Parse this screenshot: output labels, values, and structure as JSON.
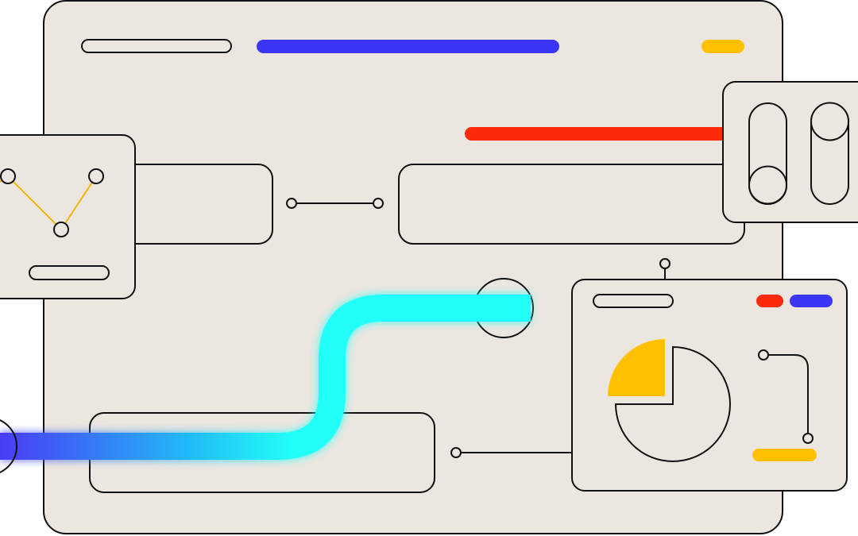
{
  "illustration": {
    "colors": {
      "background": "#ffffff",
      "panel": "#ebe6e0",
      "stroke": "#111111",
      "blue": "#3b35f5",
      "yellow": "#ffc000",
      "red": "#fa2a0a",
      "cyan": "#22fff8",
      "indigo": "#4a3bf5",
      "gold_line": "#f2b705"
    },
    "pie_widget": {
      "highlight_fraction": 0.25
    },
    "toggle_widget": {
      "switches": [
        {
          "state": "off"
        },
        {
          "state": "on"
        }
      ]
    }
  }
}
